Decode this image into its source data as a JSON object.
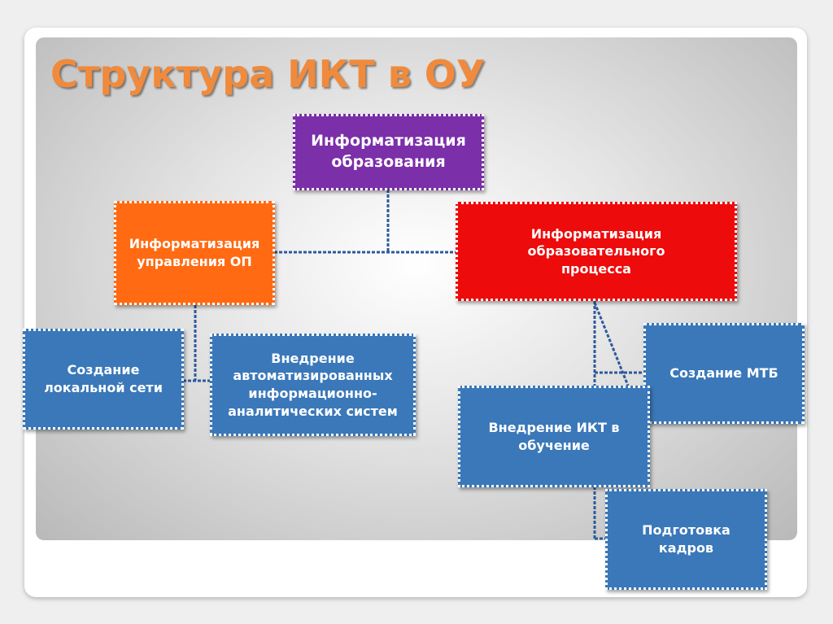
{
  "slide": {
    "title": "Структура ИКТ в ОУ"
  },
  "diagram": {
    "nodes": {
      "root": "Информатизация\nобразования",
      "management": "Информатизация\nуправления ОП",
      "process": "Информатизация\nобразовательного\nпроцесса",
      "local_network": "Создание\nлокальной сети",
      "info_systems": "Внедрение\nавтоматизированных\nинформационно-\nаналитических систем",
      "mtb": "Создание МТБ",
      "ict_learning": "Внедрение ИКТ в\nобучение",
      "staff_training": "Подготовка\nкадров"
    },
    "colors": {
      "root": "#7b2fa8",
      "management": "#ff6a12",
      "process": "#ee0b0b",
      "children": "#3a78b9",
      "title": "#f08a3c",
      "connector": "#2c5a9c"
    }
  }
}
